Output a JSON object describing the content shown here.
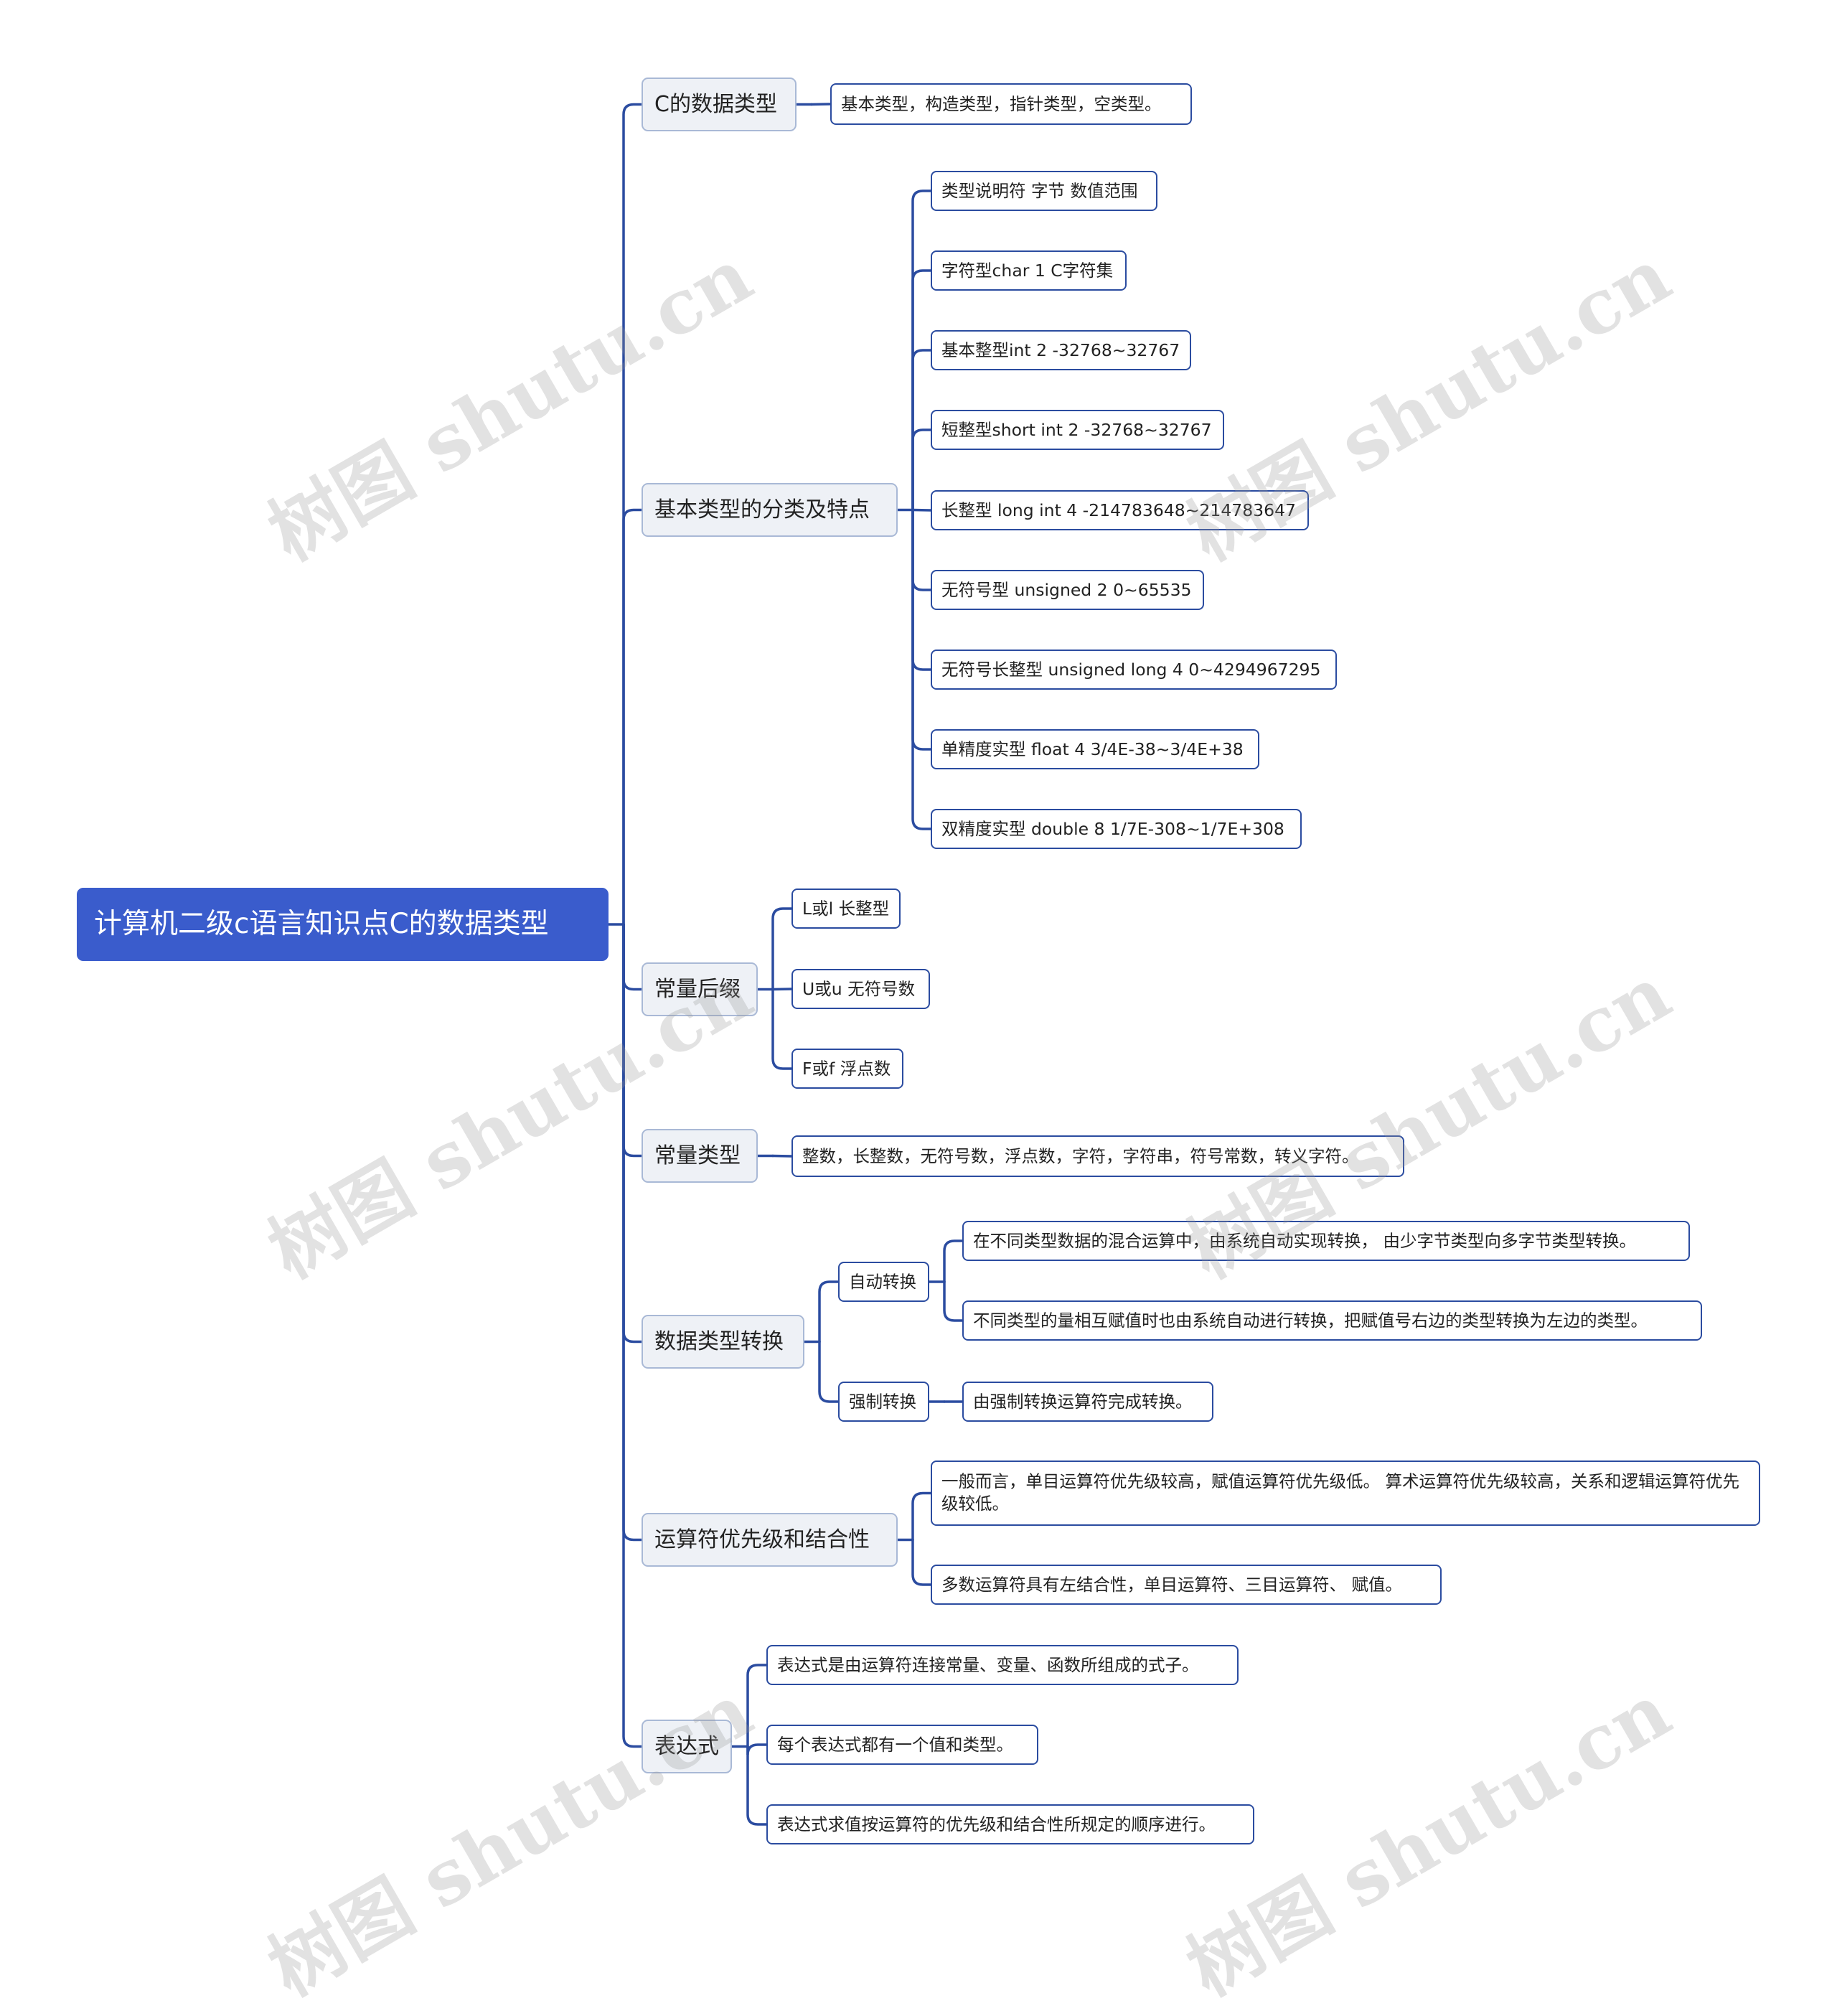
{
  "colors": {
    "line": "#2b4ca0",
    "root_bg": "#3a5ccc",
    "branch_bg": "#eef1f6",
    "branch_border": "#a9b9d6"
  },
  "root": {
    "label": "计算机二级c语言知识点C的数据类型"
  },
  "branches": [
    {
      "label": "C的数据类型",
      "children": [
        {
          "label": "基本类型，构造类型，指针类型，空类型。"
        }
      ]
    },
    {
      "label": "基本类型的分类及特点",
      "children": [
        {
          "label": "类型说明符 字节 数值范围"
        },
        {
          "label": "字符型char 1 C字符集"
        },
        {
          "label": "基本整型int 2 -32768~32767"
        },
        {
          "label": "短整型short int 2 -32768~32767"
        },
        {
          "label": "长整型 long int 4 -214783648~214783647"
        },
        {
          "label": "无符号型 unsigned 2 0~65535"
        },
        {
          "label": "无符号长整型 unsigned long 4 0~4294967295"
        },
        {
          "label": "单精度实型 float 4 3/4E-38~3/4E+38"
        },
        {
          "label": "双精度实型 double 8 1/7E-308~1/7E+308"
        }
      ]
    },
    {
      "label": "常量后缀",
      "children": [
        {
          "label": "L或l 长整型"
        },
        {
          "label": "U或u 无符号数"
        },
        {
          "label": "F或f 浮点数"
        }
      ]
    },
    {
      "label": "常量类型",
      "children": [
        {
          "label": "整数，长整数，无符号数，浮点数，字符，字符串，符号常数，转义字符。"
        }
      ]
    },
    {
      "label": "数据类型转换",
      "children": [
        {
          "label": "自动转换",
          "children": [
            {
              "label": "在不同类型数据的混合运算中，由系统自动实现转换， 由少字节类型向多字节类型转换。"
            },
            {
              "label": "不同类型的量相互赋值时也由系统自动进行转换，把赋值号右边的类型转换为左边的类型。"
            }
          ]
        },
        {
          "label": "强制转换",
          "children": [
            {
              "label": "由强制转换运算符完成转换。"
            }
          ]
        }
      ]
    },
    {
      "label": "运算符优先级和结合性",
      "children": [
        {
          "label": "一般而言，单目运算符优先级较高，赋值运算符优先级低。 算术运算符优先级较高，关系和逻辑运算符优先级较低。"
        },
        {
          "label": "多数运算符具有左结合性，单目运算符、三目运算符、 赋值。"
        }
      ]
    },
    {
      "label": "表达式",
      "children": [
        {
          "label": "表达式是由运算符连接常量、变量、函数所组成的式子。"
        },
        {
          "label": "每个表达式都有一个值和类型。"
        },
        {
          "label": "表达式求值按运算符的优先级和结合性所规定的顺序进行。"
        }
      ]
    }
  ],
  "watermark": "树图 shutu.cn"
}
